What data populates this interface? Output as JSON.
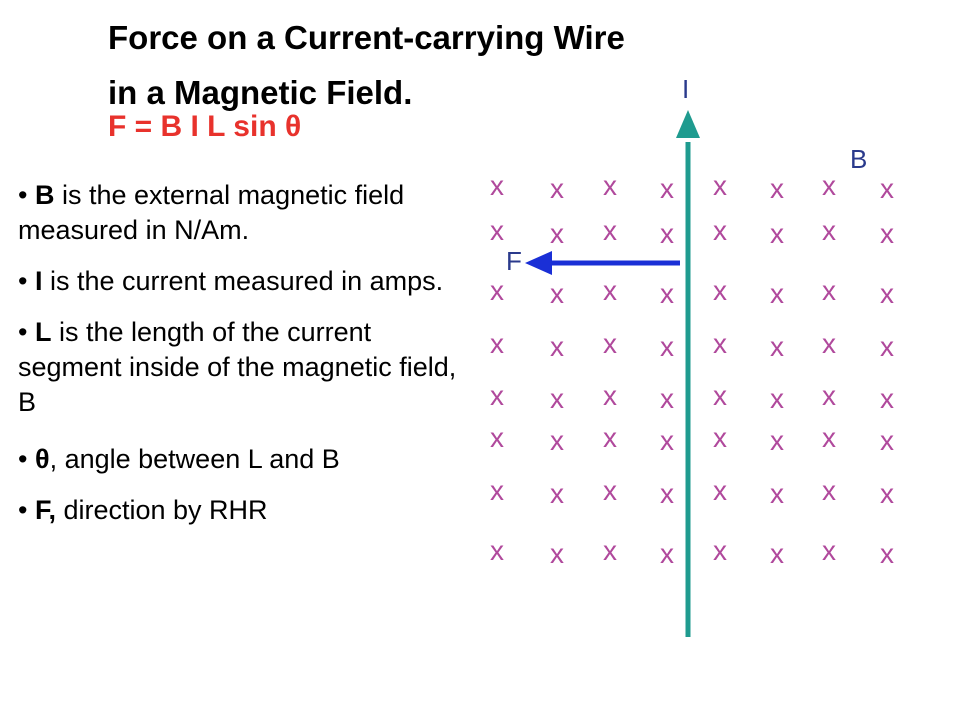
{
  "slide": {
    "title_line1": "Force on a Current-carrying Wire",
    "title_line2": "in a Magnetic Field.",
    "formula": "F = B I L sin θ",
    "bullets": [
      {
        "term": "B",
        "text": " is the external magnetic field measured in N/Am."
      },
      {
        "term": "I",
        "text": " is the current measured in amps."
      },
      {
        "term": "L",
        "text": " is the length of the current segment inside of the magnetic field, B"
      },
      {
        "term": "θ",
        "text": ", angle between L and B"
      },
      {
        "term": "F,",
        "text": " direction by RHR"
      }
    ]
  },
  "diagram": {
    "current_label": "I",
    "field_label": "B",
    "force_label": "F",
    "field_symbol": "x",
    "colors": {
      "field_marks": "#b0499c",
      "wire": "#1f9b8f",
      "force_arrow": "#1a2fd6",
      "labels": "#2a3a8c",
      "formula": "#e8322c"
    }
  }
}
